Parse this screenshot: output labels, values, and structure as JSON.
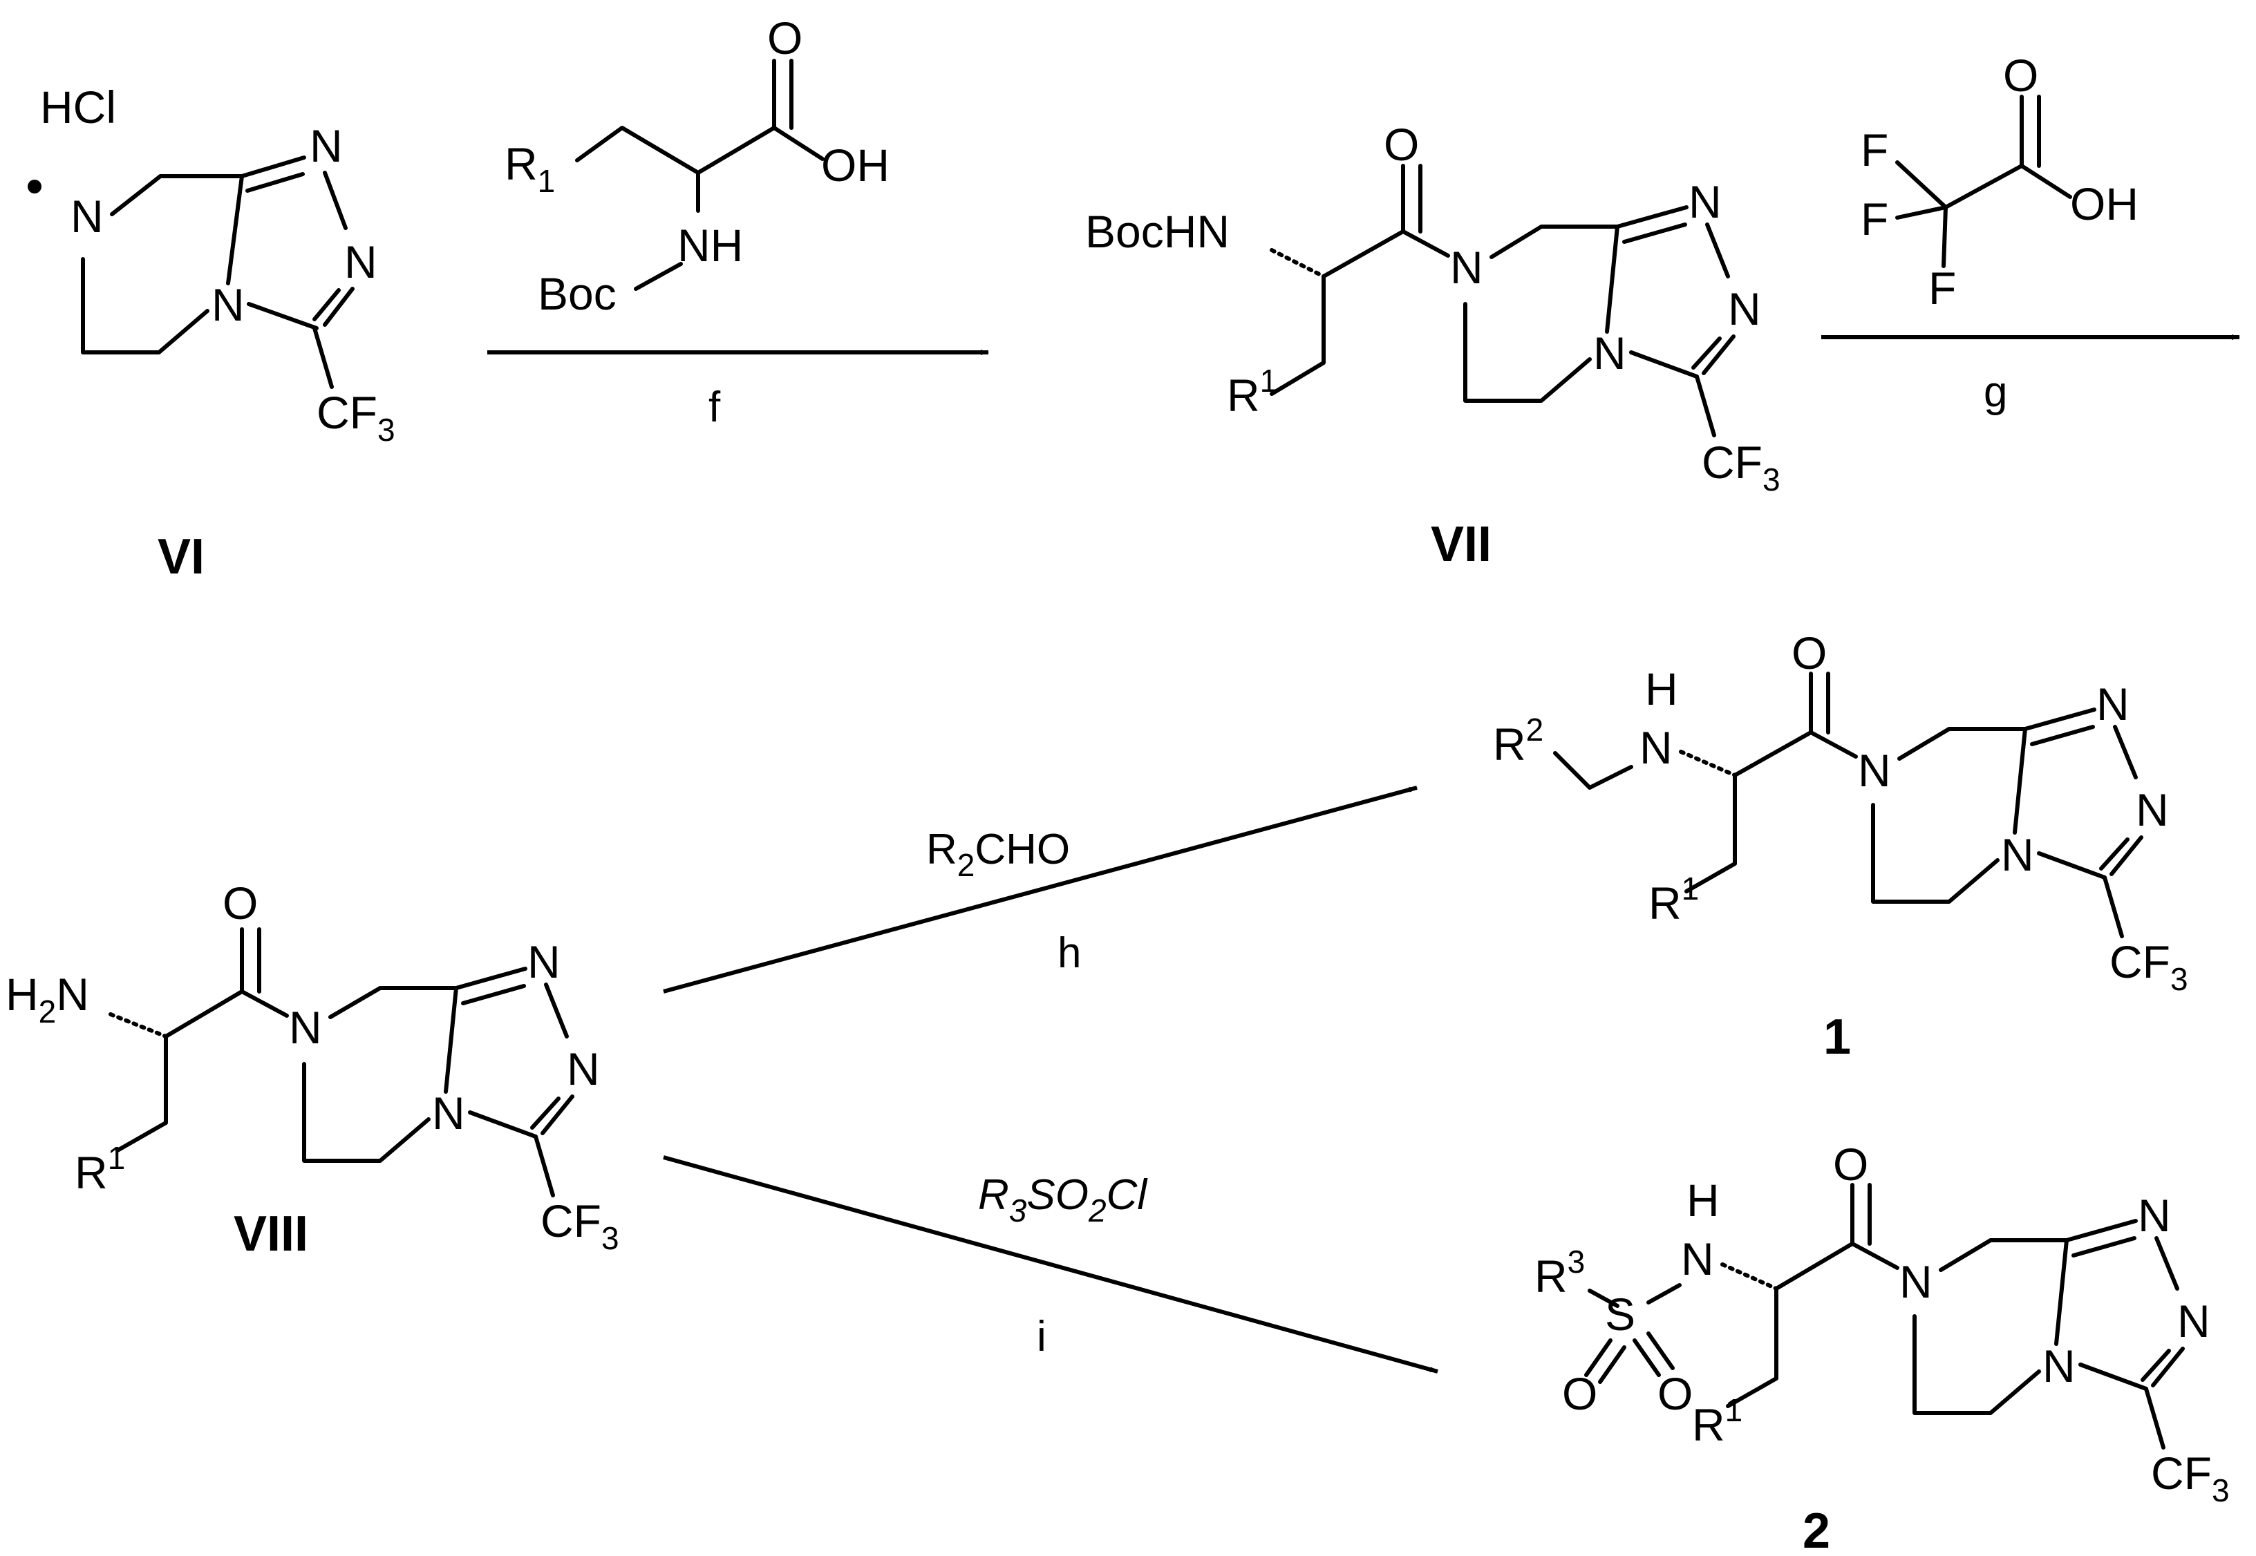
{
  "compounds": {
    "VI": {
      "label": "VI",
      "salt": "HCl"
    },
    "VII": {
      "label": "VII"
    },
    "VIII": {
      "label": "VIII"
    },
    "1": {
      "label": "1"
    },
    "2": {
      "label": "2"
    }
  },
  "atoms": {
    "N": "N",
    "H": "H",
    "O": "O",
    "OH": "OH",
    "NH": "NH",
    "S": "S",
    "F": "F",
    "CF": "CF",
    "three": "3",
    "two": "2",
    "one": "1",
    "R": "R",
    "Boc": "Boc",
    "BocHN": "BocHN",
    "H2N_H": "H",
    "H2N_N": "N",
    "CHO": "CHO",
    "SO": "SO",
    "Cl": "Cl"
  },
  "steps": {
    "f": "f",
    "g": "g",
    "h": "h",
    "i": "i"
  }
}
